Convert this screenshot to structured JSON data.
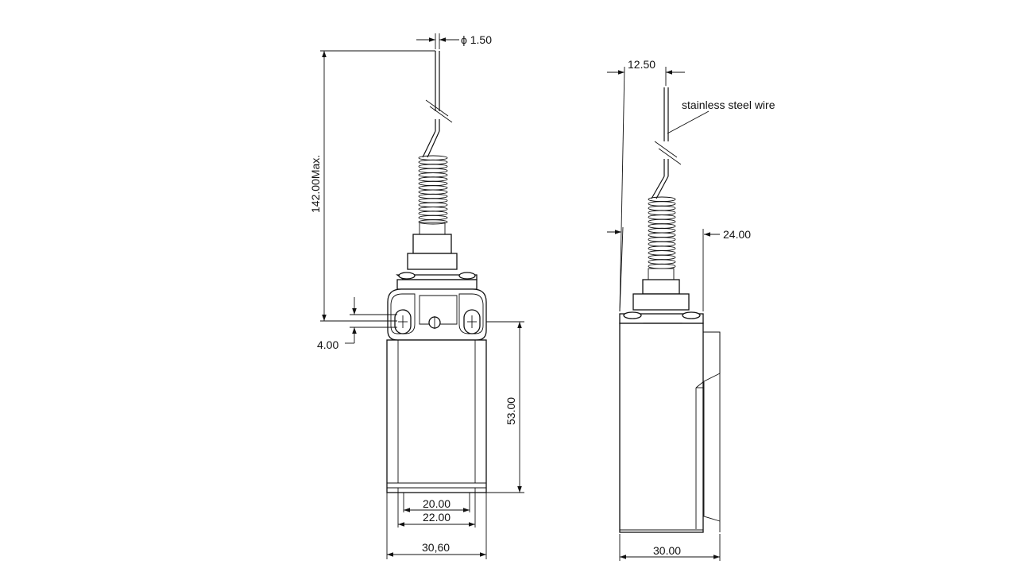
{
  "front_view": {
    "labels": {
      "wire_diameter": "ϕ 1.50",
      "max_height": "142.00Max.",
      "hole_offset": "4.00",
      "body_height": "53.00",
      "inner_width_a": "20.00",
      "inner_width_b": "22.00",
      "overall_width": "30,60"
    }
  },
  "side_view": {
    "labels": {
      "wire_offset": "12.50",
      "wire_material": "stainless steel wire",
      "head_width": "24.00",
      "overall_depth": "30.00"
    }
  }
}
